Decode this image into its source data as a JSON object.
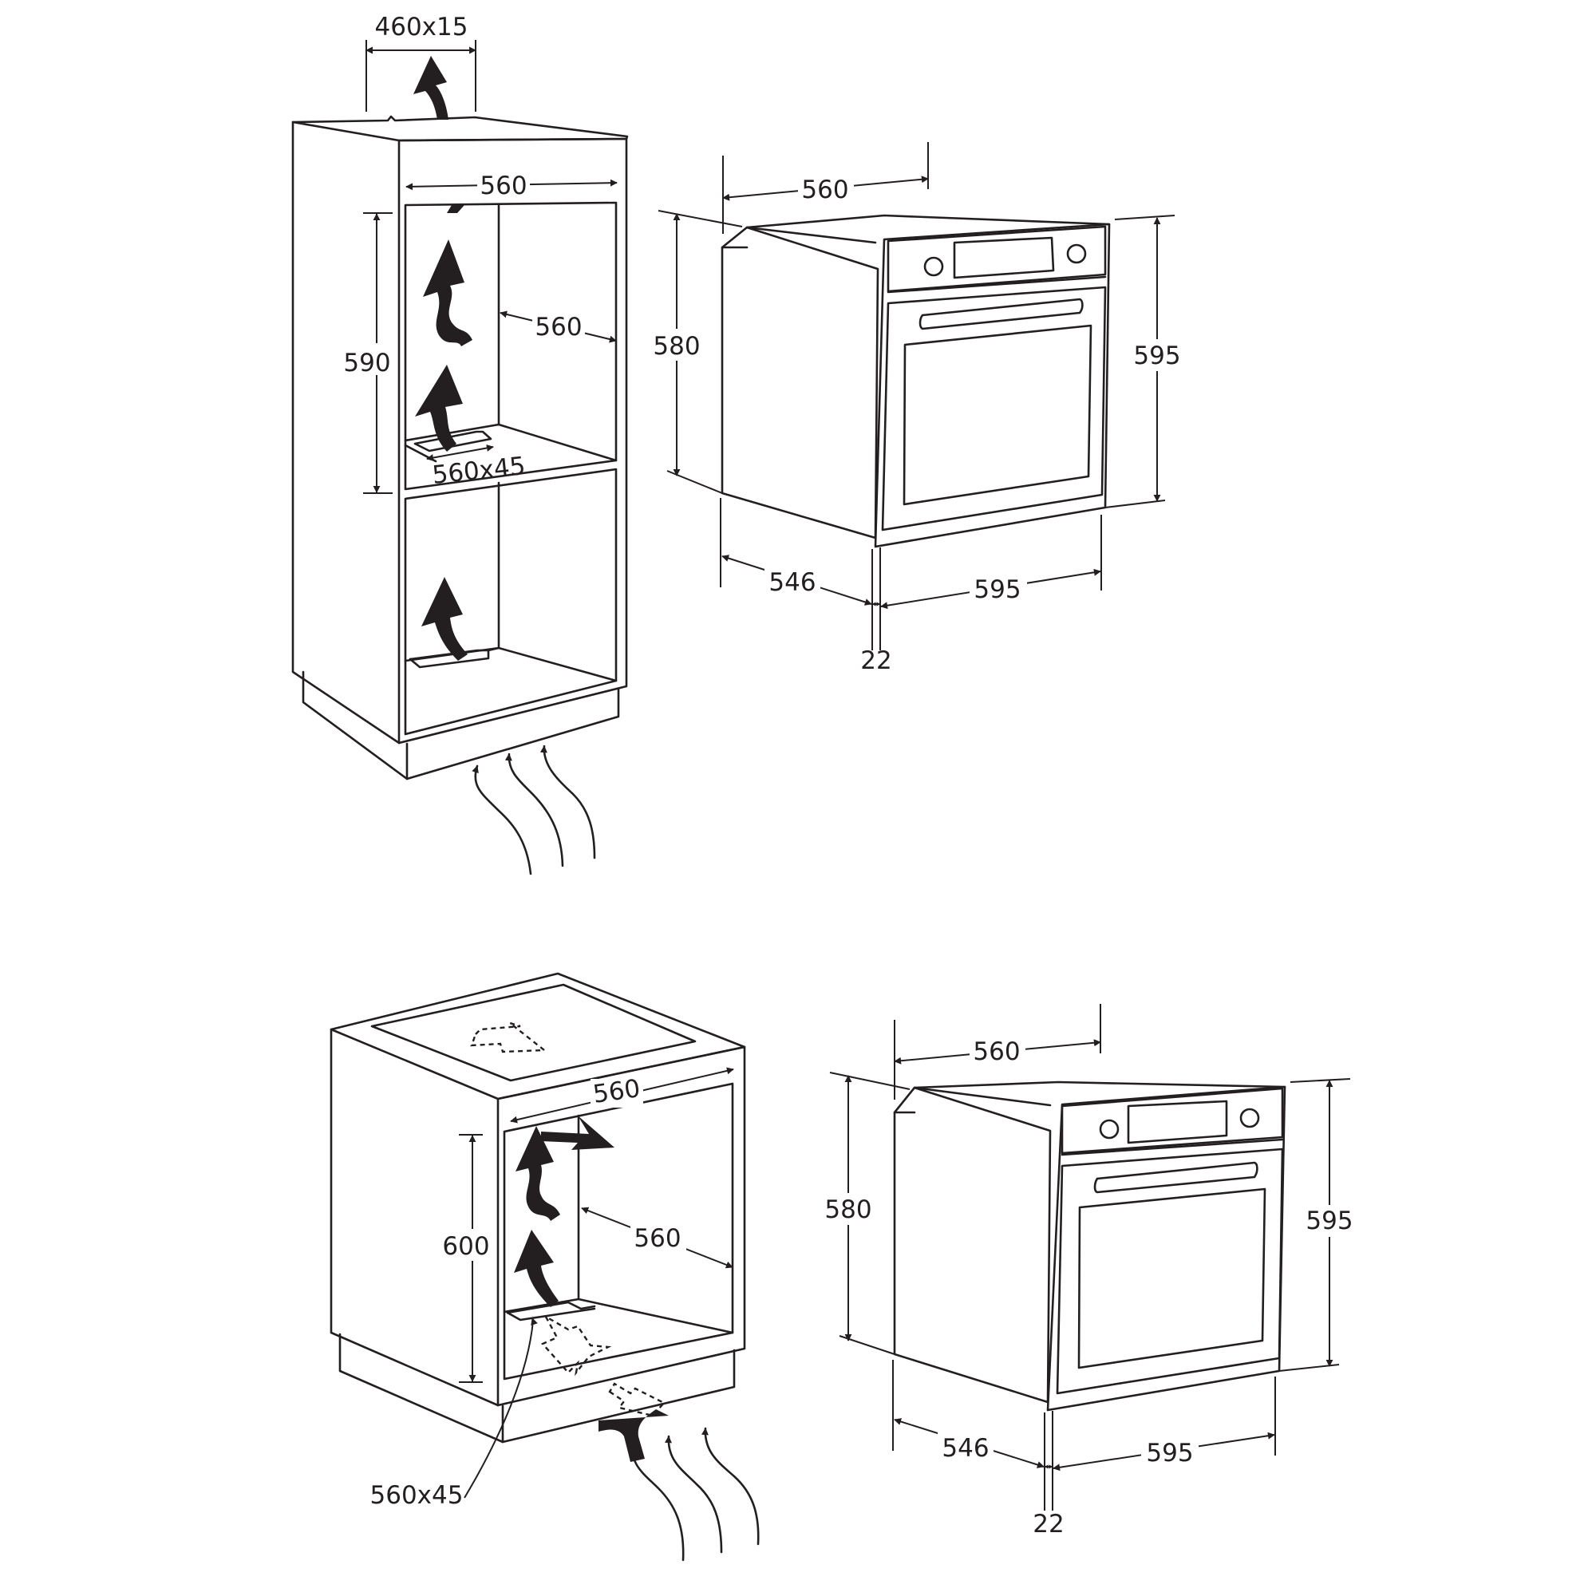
{
  "colors": {
    "line": "#231f20",
    "background": "#ffffff"
  },
  "top_cabinet": {
    "vent_top": "460x15",
    "inner_width": "560",
    "inner_height": "590",
    "inner_depth": "560",
    "shelf_vent": "560x45"
  },
  "top_oven": {
    "width_top": "560",
    "height_side": "580",
    "height_front": "595",
    "depth": "546",
    "front_width": "595",
    "front_thickness": "22"
  },
  "bottom_cabinet": {
    "inner_width": "560",
    "inner_height": "600",
    "inner_depth": "560",
    "shelf_vent": "560x45"
  },
  "bottom_oven": {
    "width_top": "560",
    "height_side": "580",
    "height_front": "595",
    "depth": "546",
    "front_width": "595",
    "front_thickness": "22"
  }
}
